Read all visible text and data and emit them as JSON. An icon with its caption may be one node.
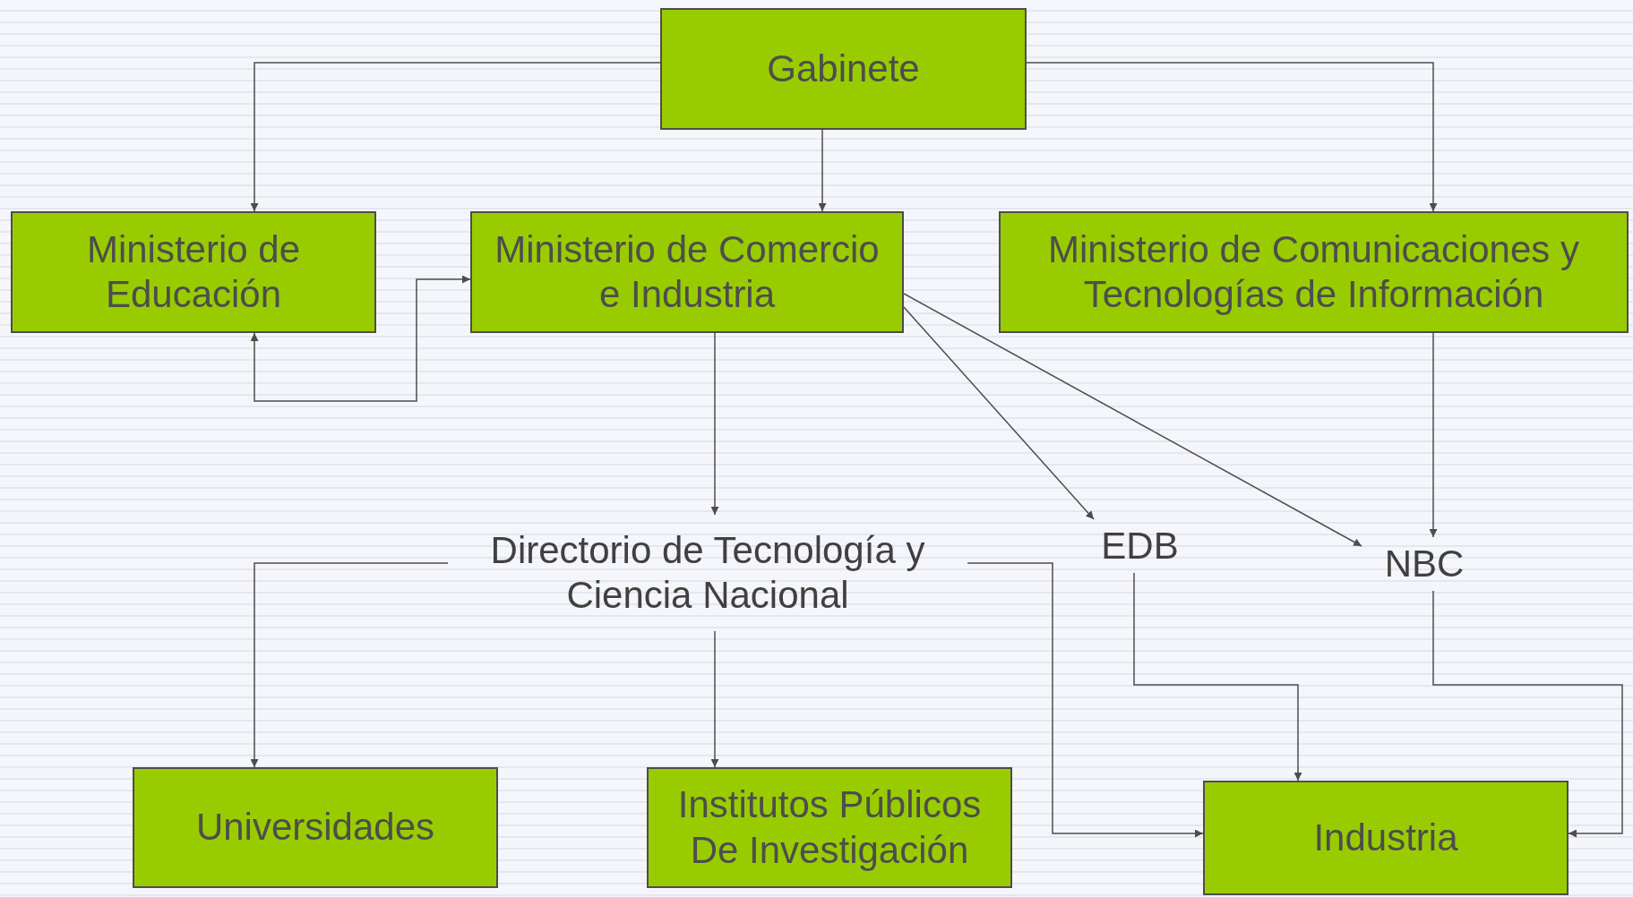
{
  "diagram": {
    "nodes": [
      {
        "text": [
          "Gabinete"
        ]
      },
      {
        "text": [
          "Ministerio de Educación"
        ]
      },
      {
        "text": [
          "Ministerio de Comercio e Industria"
        ]
      },
      {
        "text": [
          "Ministerio de Comunicaciones y Tecnologías de Información"
        ]
      },
      {
        "text": [
          "Directorio de Tecnología y Ciencia Nacional"
        ]
      },
      {
        "text": [
          "EDB"
        ]
      },
      {
        "text": [
          "NBC"
        ]
      },
      {
        "text": [
          "Universidades"
        ]
      },
      {
        "text": [
          "Institutos Públicos De Investigación"
        ]
      },
      {
        "text": [
          "Industria"
        ]
      }
    ],
    "edges": [
      {
        "from": 0,
        "to": 1,
        "arrow": "to"
      },
      {
        "from": 0,
        "to": 2,
        "arrow": "to"
      },
      {
        "from": 0,
        "to": 3,
        "arrow": "to"
      },
      {
        "from": 1,
        "to": 2,
        "arrow": "both"
      },
      {
        "from": 2,
        "to": 4,
        "arrow": "to"
      },
      {
        "from": 2,
        "to": 5,
        "arrow": "to"
      },
      {
        "from": 2,
        "to": 6,
        "arrow": "to"
      },
      {
        "from": 3,
        "to": 6,
        "arrow": "to"
      },
      {
        "from": 4,
        "to": 7,
        "arrow": "to"
      },
      {
        "from": 4,
        "to": 8,
        "arrow": "to"
      },
      {
        "from": 4,
        "to": 9,
        "arrow": "to"
      },
      {
        "from": 5,
        "to": 9,
        "arrow": "to"
      },
      {
        "from": 6,
        "to": 9,
        "arrow": "to"
      }
    ]
  }
}
